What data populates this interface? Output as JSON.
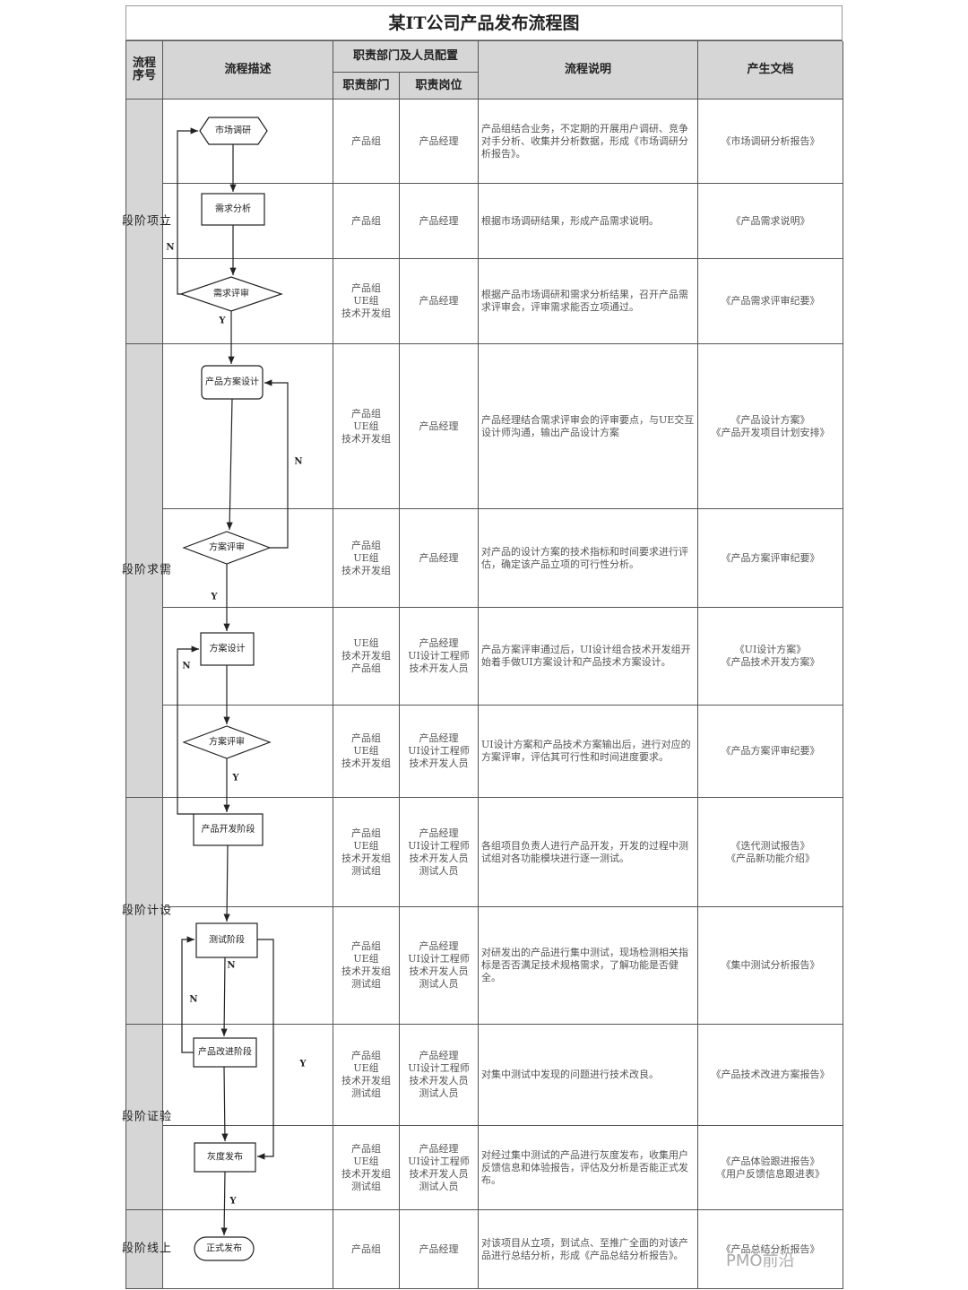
{
  "title": "某IT公司产品发布流程图",
  "headers": {
    "seq": "流程\n序号",
    "flow": "流程描述",
    "dept_group": "职责部门及人员配置",
    "dept": "职责部门",
    "role": "职责岗位",
    "desc": "流程说明",
    "docs": "产生文档"
  },
  "phases": [
    "立\n项\n阶\n段",
    "需\n求\n阶\n段",
    "设\n计\n阶\n段",
    "验\n证\n阶\n段",
    "上\n线\n阶\n段"
  ],
  "rows": [
    {
      "dept": "产品组",
      "role": "产品经理",
      "desc": "产品组结合业务，不定期的开展用户调研、竞争对手分析、收集并分析数据，形成《市场调研分析报告》。",
      "docs": "《市场调研分析报告》"
    },
    {
      "dept": "产品组",
      "role": "产品经理",
      "desc": "根据市场调研结果，形成产品需求说明。",
      "docs": "《产品需求说明》"
    },
    {
      "dept": "产品组\nUE组\n技术开发组",
      "role": "产品经理",
      "desc": "根据产品市场调研和需求分析结果，召开产品需求评审会，评审需求能否立项通过。",
      "docs": "《产品需求评审纪要》"
    },
    {
      "dept": "产品组\nUE组\n技术开发组",
      "role": "产品经理",
      "desc": "产品经理结合需求评审会的评审要点，与UE交互设计师沟通，输出产品设计方案",
      "docs": "《产品设计方案》\n《产品开发项目计划安排》"
    },
    {
      "dept": "产品组\nUE组\n技术开发组",
      "role": "产品经理",
      "desc": "对产品的设计方案的技术指标和时间要求进行评估，确定该产品立项的可行性分析。",
      "docs": "《产品方案评审纪要》"
    },
    {
      "dept": "UE组\n技术开发组\n产品组",
      "role": "产品经理\nUI设计工程师\n技术开发人员",
      "desc": "产品方案评审通过后，UI设计组合技术开发组开始着手做UI方案设计和产品技术方案设计。",
      "docs": "《UI设计方案》\n《产品技术开发方案》"
    },
    {
      "dept": "产品组\nUE组\n技术开发组",
      "role": "产品经理\nUI设计工程师\n技术开发人员",
      "desc": "UI设计方案和产品技术方案输出后，进行对应的方案评审，评估其可行性和时间进度要求。",
      "docs": "《产品方案评审纪要》"
    },
    {
      "dept": "产品组\nUE组\n技术开发组\n测试组",
      "role": "产品经理\nUI设计工程师\n技术开发人员\n测试人员",
      "desc": "各组项目负责人进行产品开发，开发的过程中测试组对各功能模块进行逐一测试。",
      "docs": "《迭代测试报告》\n《产品新功能介绍》"
    },
    {
      "dept": "产品组\nUE组\n技术开发组\n测试组",
      "role": "产品经理\nUI设计工程师\n技术开发人员\n测试人员",
      "desc": "对研发出的产品进行集中测试，现场检测相关指标是否否满足技术规格需求，了解功能是否健全。",
      "docs": "《集中测试分析报告》"
    },
    {
      "dept": "产品组\nUE组\n技术开发组\n测试组",
      "role": "产品经理\nUI设计工程师\n技术开发人员\n测试人员",
      "desc": "对集中测试中发现的问题进行技术改良。",
      "docs": "《产品技术改进方案报告》"
    },
    {
      "dept": "产品组\nUE组\n技术开发组\n测试组",
      "role": "产品经理\nUI设计工程师\n技术开发人员\n测试人员",
      "desc": "对经过集中测试的产品进行灰度发布，收集用户反馈信息和体验报告，评估及分析是否能正式发布。",
      "docs": "《产品体验跟进报告》\n《用户反馈信息跟进表》"
    },
    {
      "dept": "产品组",
      "role": "产品经理",
      "desc": "对该项目从立项，到试点、至推广全面的对该产品进行总结分析，形成《产品总结分析报告》。",
      "docs": "《产品总结分析报告》"
    }
  ],
  "flow": {
    "nodes": [
      "市场调研",
      "需求分析",
      "需求评审",
      "产品方案设计",
      "方案评审",
      "方案设计",
      "方案评审",
      "产品开发阶段",
      "测试阶段",
      "产品改进阶段",
      "灰度发布",
      "正式发布"
    ],
    "yes": "Y",
    "no": "N"
  },
  "watermark": "PMO前沿"
}
